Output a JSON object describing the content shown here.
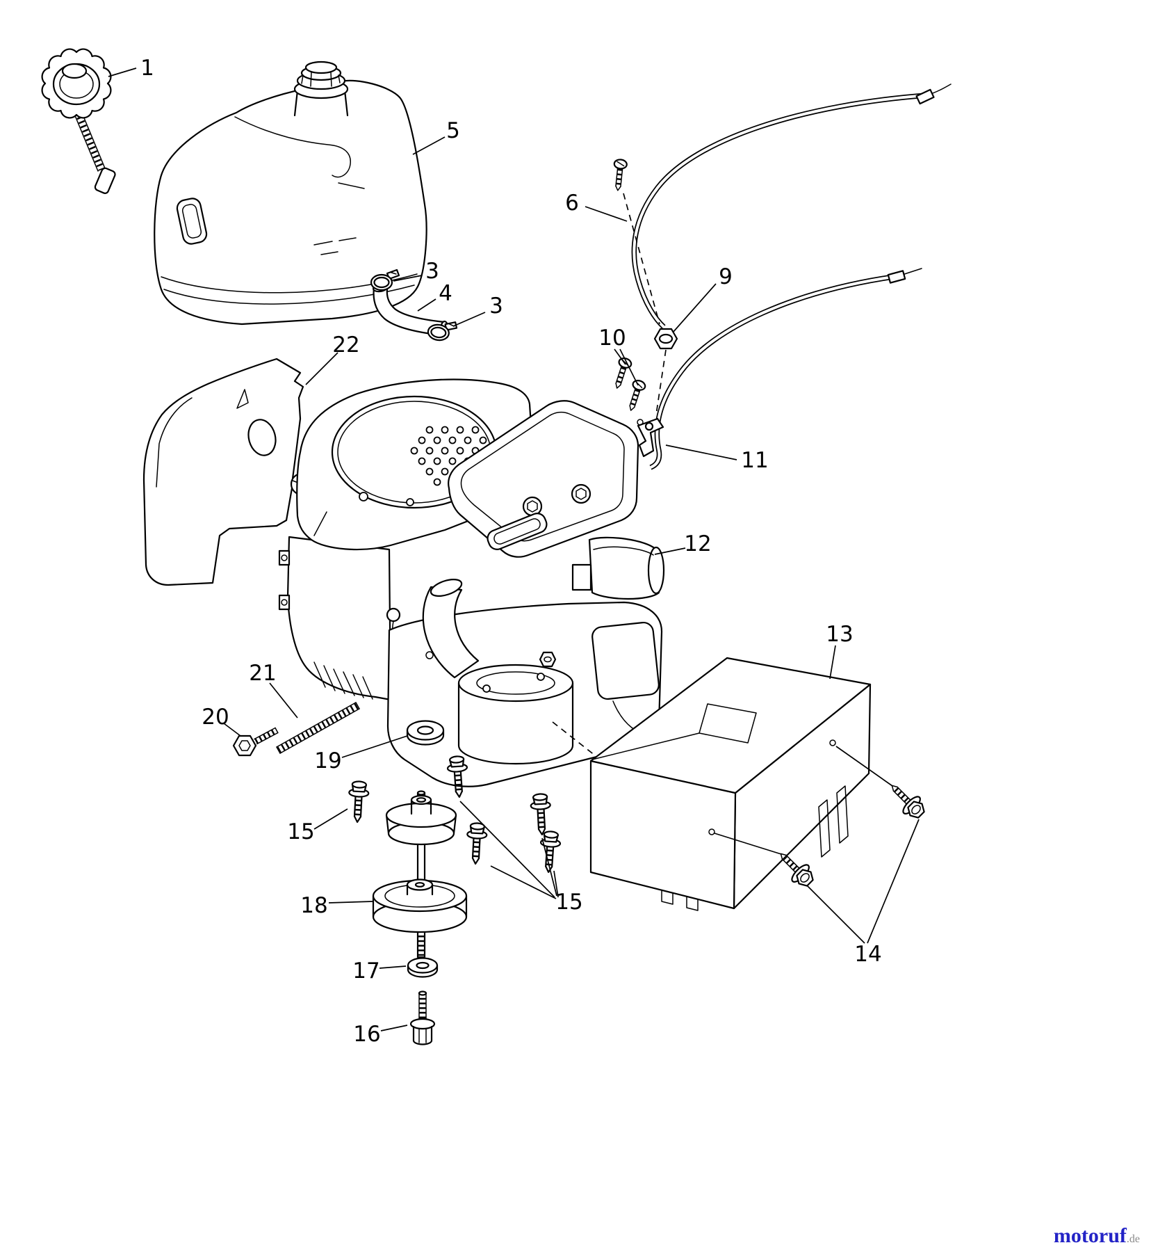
{
  "diagram": {
    "kind": "exploded-parts-diagram",
    "subject": "Engine, fuel tank and drive pulley assembly",
    "background_color": "#ffffff",
    "line_color": "#000000"
  },
  "part_labels": {
    "fuel_cap": "1",
    "clamp_upper": "3",
    "clamp_lower": "3",
    "fuel_hose": "4",
    "fuel_tank": "5",
    "throttle_cable": "6",
    "cable_nut": "9",
    "cable_screws": "10",
    "cable_clamp": "11",
    "engine": "12",
    "engine_cover": "13",
    "cover_bolts": "14",
    "mount_screw_left": "15",
    "mount_screws_right": "15",
    "pulley_bolt": "16",
    "pulley_washer": "17",
    "pulley": "18",
    "spacer_washer": "19",
    "front_bolt": "20",
    "stud": "21",
    "heat_shield": "22"
  },
  "watermark": {
    "brand": "motoruf",
    "suffix": ".de",
    "brand_color": "#2323c6",
    "suffix_color": "#8a8a8a"
  }
}
